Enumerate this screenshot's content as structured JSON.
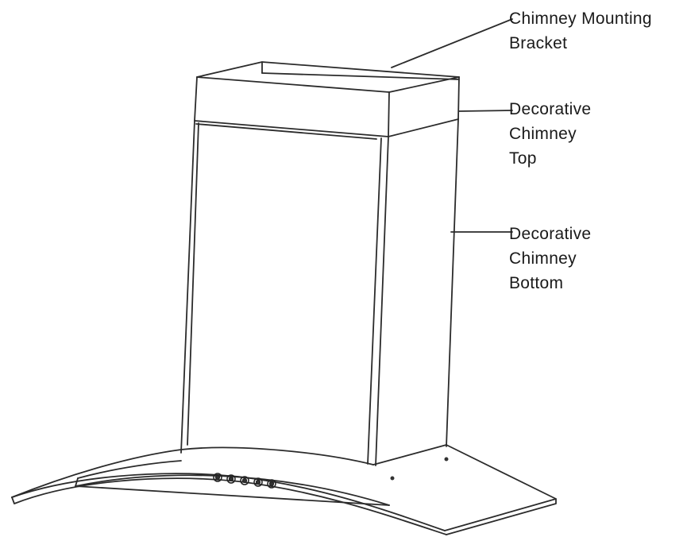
{
  "callouts": [
    {
      "id": "bracket",
      "lines": [
        "Chimney Mounting",
        "Bracket"
      ]
    },
    {
      "id": "top",
      "lines": [
        "Decorative",
        "Chimney",
        "Top"
      ]
    },
    {
      "id": "bottom",
      "lines": [
        "Decorative",
        "Chimney",
        "Bottom"
      ]
    }
  ],
  "colors": {
    "line": "#2b2b2b",
    "text": "#1a1a1a",
    "background": "#ffffff"
  },
  "control_knob_count": 5
}
